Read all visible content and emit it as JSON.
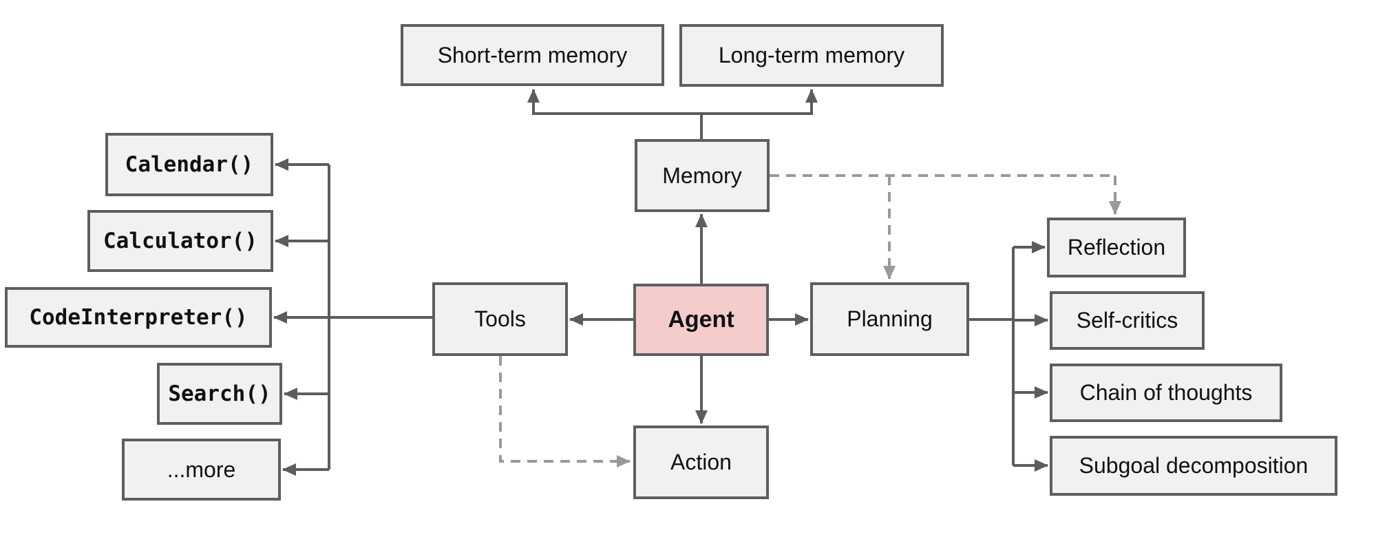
{
  "diagram": {
    "nodes": {
      "short_term_memory": {
        "label": "Short-term memory"
      },
      "long_term_memory": {
        "label": "Long-term memory"
      },
      "memory": {
        "label": "Memory"
      },
      "tools": {
        "label": "Tools"
      },
      "agent": {
        "label": "Agent"
      },
      "planning": {
        "label": "Planning"
      },
      "action": {
        "label": "Action"
      },
      "calendar": {
        "label": "Calendar()"
      },
      "calculator": {
        "label": "Calculator()"
      },
      "code_interpreter": {
        "label": "CodeInterpreter()"
      },
      "search": {
        "label": "Search()"
      },
      "more": {
        "label": "...more"
      },
      "reflection": {
        "label": "Reflection"
      },
      "self_critics": {
        "label": "Self-critics"
      },
      "chain_of_thoughts": {
        "label": "Chain of thoughts"
      },
      "subgoal_decomposition": {
        "label": "Subgoal decomposition"
      }
    },
    "edges": [
      {
        "from": "memory",
        "to": "short_term_memory",
        "style": "solid"
      },
      {
        "from": "memory",
        "to": "long_term_memory",
        "style": "solid"
      },
      {
        "from": "agent",
        "to": "memory",
        "style": "solid"
      },
      {
        "from": "agent",
        "to": "tools",
        "style": "solid"
      },
      {
        "from": "agent",
        "to": "planning",
        "style": "solid"
      },
      {
        "from": "agent",
        "to": "action",
        "style": "solid"
      },
      {
        "from": "tools",
        "to": "calendar",
        "style": "solid"
      },
      {
        "from": "tools",
        "to": "calculator",
        "style": "solid"
      },
      {
        "from": "tools",
        "to": "code_interpreter",
        "style": "solid"
      },
      {
        "from": "tools",
        "to": "search",
        "style": "solid"
      },
      {
        "from": "tools",
        "to": "more",
        "style": "solid"
      },
      {
        "from": "planning",
        "to": "reflection",
        "style": "solid"
      },
      {
        "from": "planning",
        "to": "self_critics",
        "style": "solid"
      },
      {
        "from": "planning",
        "to": "chain_of_thoughts",
        "style": "solid"
      },
      {
        "from": "planning",
        "to": "subgoal_decomposition",
        "style": "solid"
      },
      {
        "from": "memory",
        "to": "planning",
        "style": "dashed"
      },
      {
        "from": "memory",
        "to": "reflection",
        "style": "dashed"
      },
      {
        "from": "tools",
        "to": "action",
        "style": "dashed"
      }
    ],
    "colors": {
      "box_fill": "#f1f1f1",
      "box_border": "#5e5e5e",
      "agent_fill": "#f4cccc",
      "solid_connector": "#5c5c5c",
      "dashed_connector": "#999999",
      "text": "#111111",
      "background": "#ffffff"
    }
  }
}
